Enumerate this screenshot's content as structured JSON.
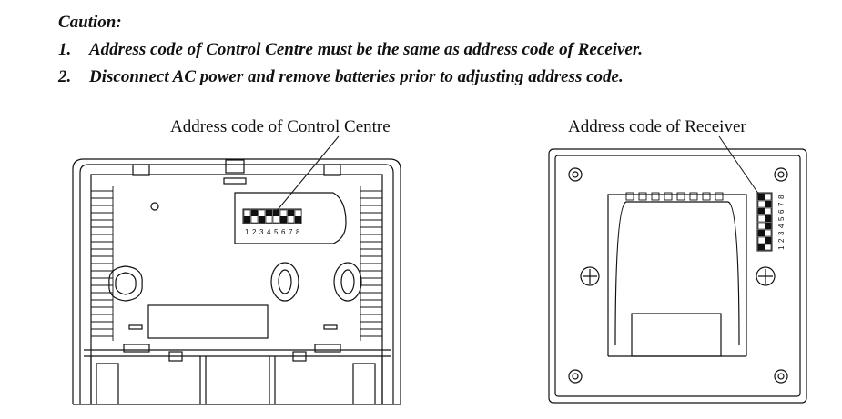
{
  "caution": {
    "title": "Caution:",
    "rules": [
      {
        "number": "1.",
        "text": "Address code of Control Centre must be the same as address code of Receiver."
      },
      {
        "number": "2.",
        "text": "Disconnect AC power and remove batteries prior to adjusting address code."
      }
    ]
  },
  "labels": {
    "control_centre": "Address code of Control Centre",
    "receiver": "Address code of Receiver"
  },
  "dip_switch": {
    "positions": [
      "1",
      "2",
      "3",
      "4",
      "5",
      "6",
      "7",
      "8"
    ]
  },
  "colors": {
    "line": "#111111",
    "background": "#ffffff"
  }
}
